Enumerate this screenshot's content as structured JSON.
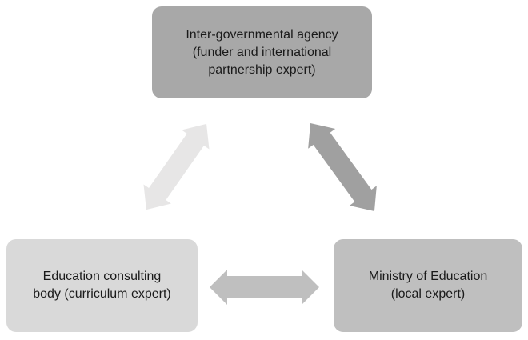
{
  "nodes": {
    "top": {
      "lines": [
        "Inter-governmental agency",
        "(funder and international",
        "partnership expert)"
      ],
      "label": "Inter-governmental agency (funder and international partnership expert)"
    },
    "bottom_left": {
      "lines": [
        "Education consulting",
        "body (curriculum expert)"
      ],
      "label": "Education consulting body (curriculum expert)"
    },
    "bottom_right": {
      "lines": [
        "Ministry of Education",
        "(local expert)"
      ],
      "label": "Ministry of Education (local expert)"
    }
  },
  "connections": [
    {
      "from": "top",
      "to": "bottom_left",
      "type": "bidirectional"
    },
    {
      "from": "top",
      "to": "bottom_right",
      "type": "bidirectional"
    },
    {
      "from": "bottom_left",
      "to": "bottom_right",
      "type": "bidirectional"
    }
  ],
  "colors": {
    "background": "#ffffff",
    "box_top": "#a8a8a8",
    "box_bottom_left": "#d9d9d9",
    "box_bottom_right": "#bfbfbf",
    "arrow_left": "#e7e6e6",
    "arrow_right": "#a0a0a0",
    "arrow_bottom": "#bfbfbf",
    "text": "#1a1a1a"
  }
}
